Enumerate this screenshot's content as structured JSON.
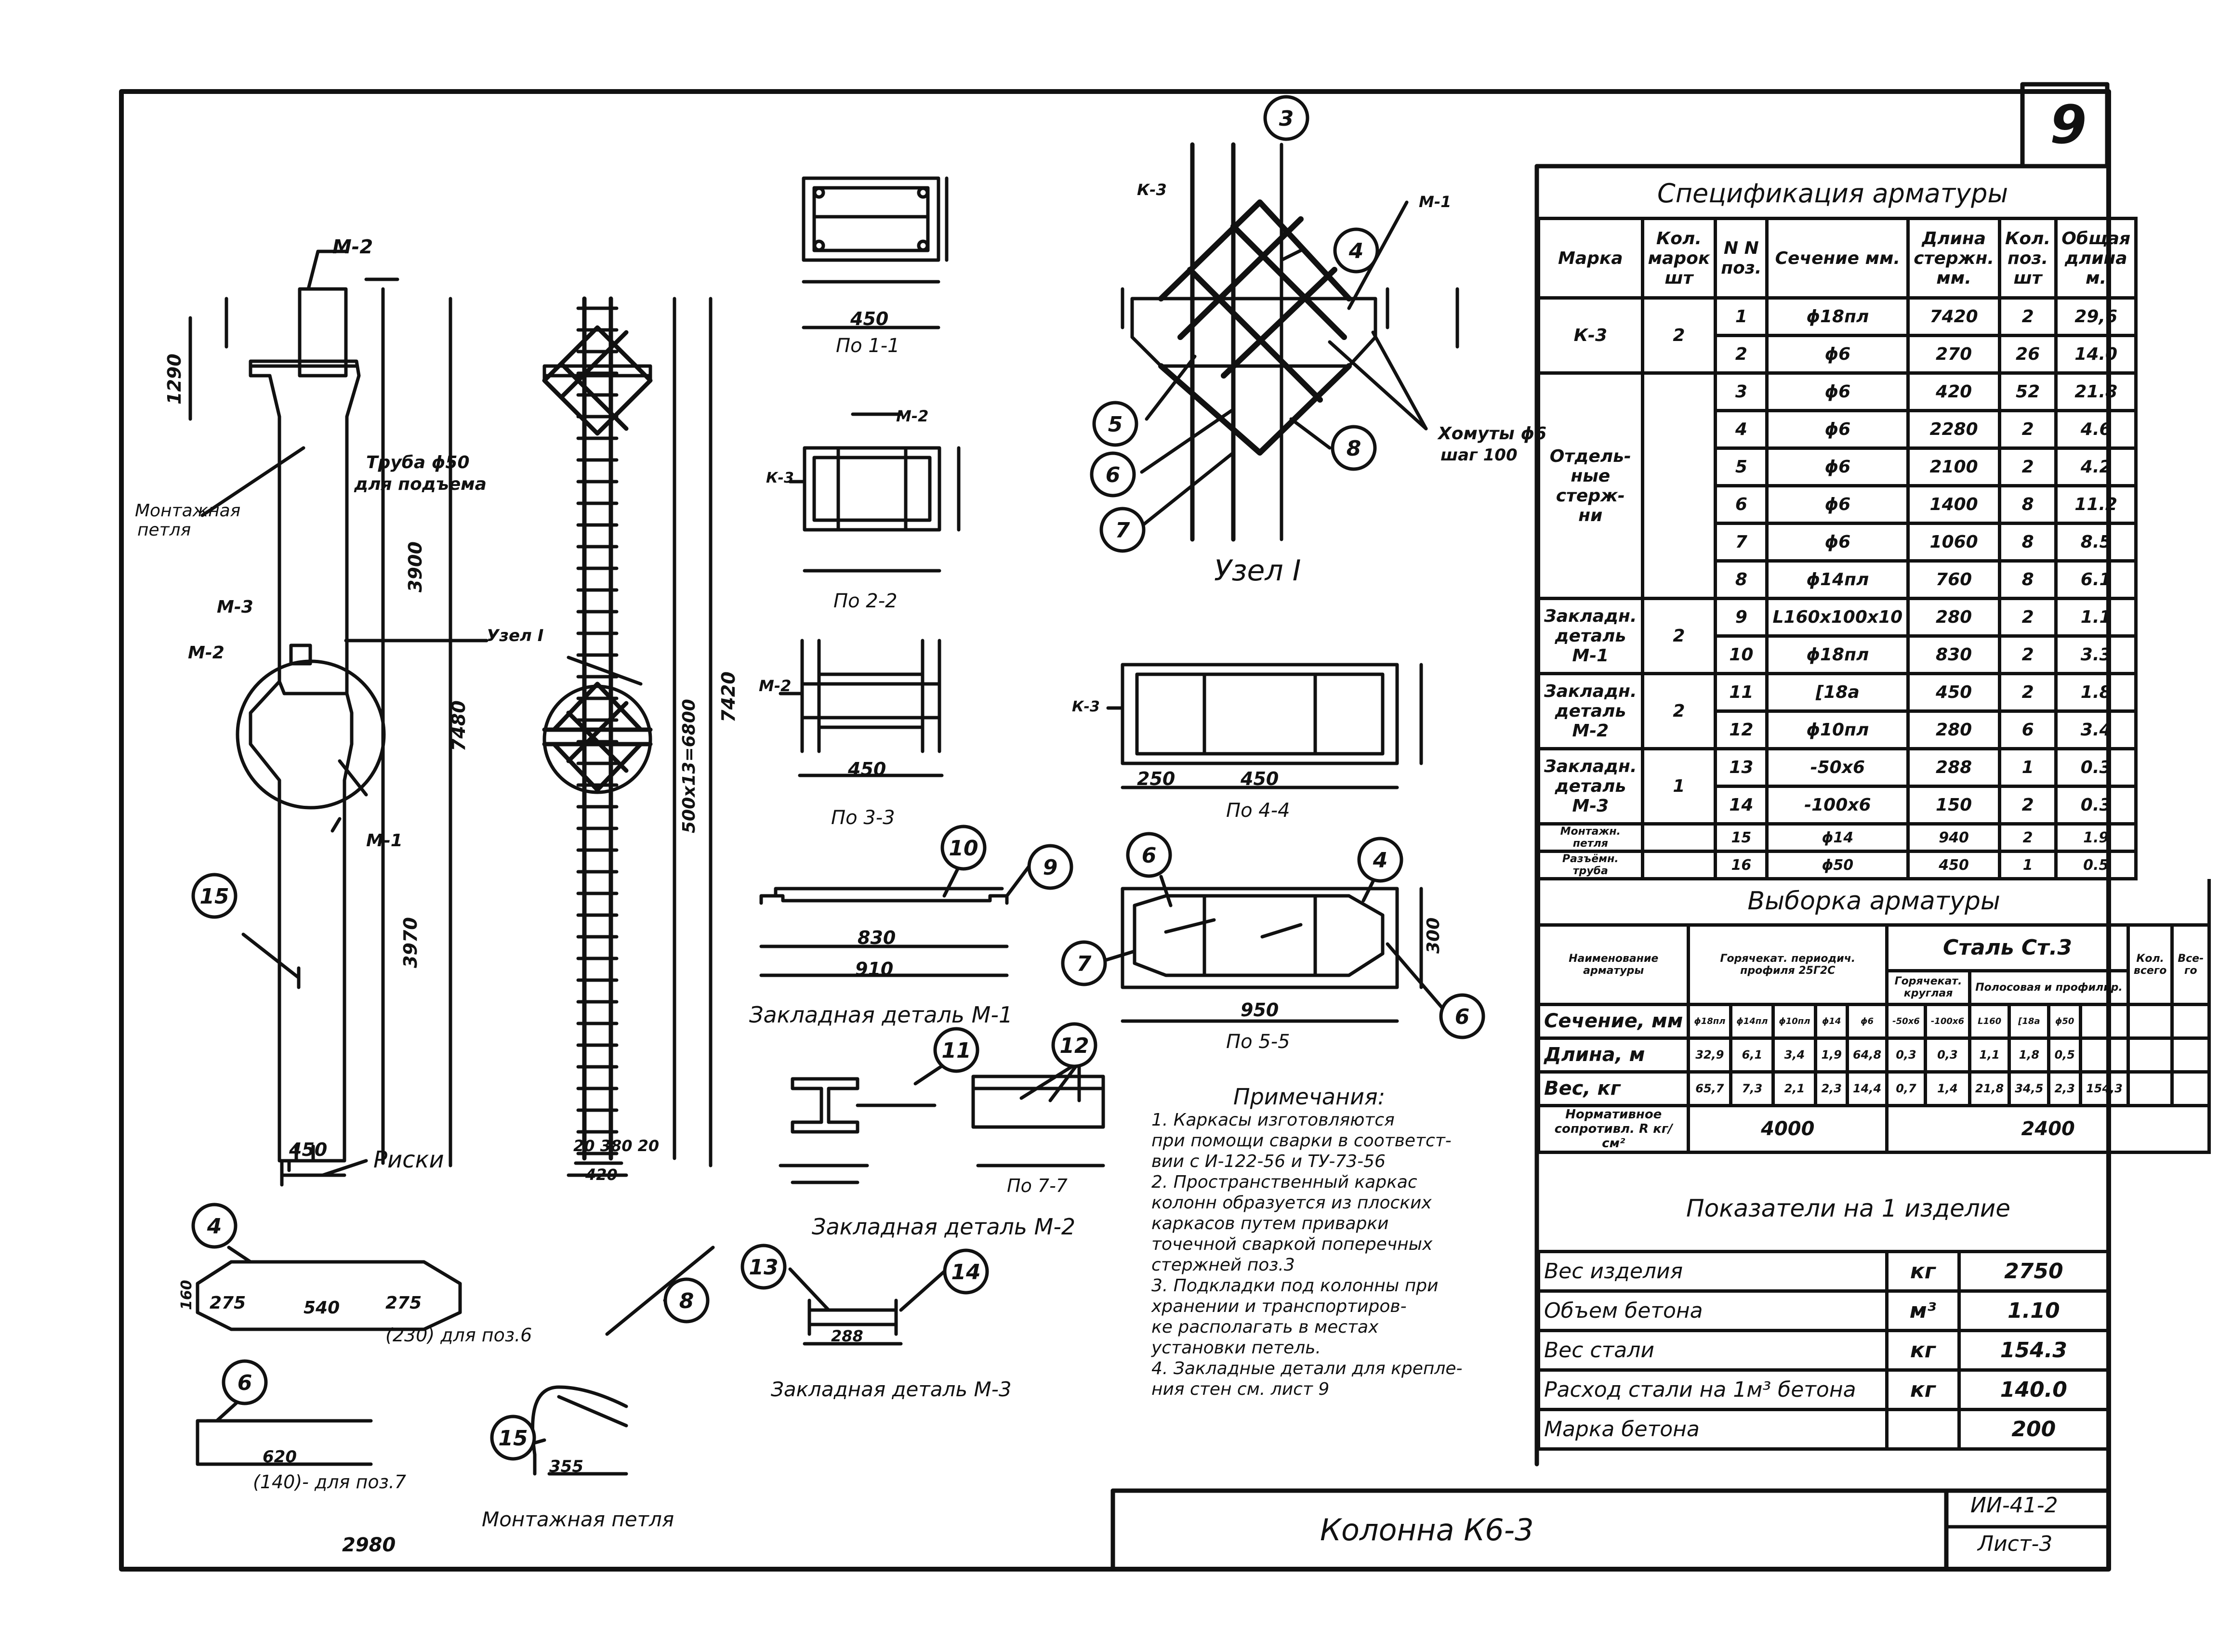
{
  "sheet": {
    "page_number": "9",
    "title": "Колонна К6-3",
    "doc_code": "ИИ-41-2",
    "sheet_label": "Лист-3",
    "stamp_number": "2980"
  },
  "spec_table": {
    "title": "Спецификация арматуры",
    "headers": [
      "Марка",
      "Кол. марок шт",
      "N N поз.",
      "Сечение мм.",
      "Длина стержн. мм.",
      "Кол. поз. шт",
      "Общая длина м."
    ],
    "groups": [
      {
        "mark": "К-3",
        "count": "2",
        "rows": [
          {
            "pos": "1",
            "section": "ϕ18пл",
            "length": "7420",
            "qty": "2",
            "total": "29,6"
          },
          {
            "pos": "2",
            "section": "ϕ6",
            "length": "270",
            "qty": "26",
            "total": "14.0"
          }
        ]
      },
      {
        "mark": "Отдель-ные стерж-ни",
        "count": "",
        "rows": [
          {
            "pos": "3",
            "section": "ϕ6",
            "length": "420",
            "qty": "52",
            "total": "21.8"
          },
          {
            "pos": "4",
            "section": "ϕ6",
            "length": "2280",
            "qty": "2",
            "total": "4.6"
          },
          {
            "pos": "5",
            "section": "ϕ6",
            "length": "2100",
            "qty": "2",
            "total": "4.2"
          },
          {
            "pos": "6",
            "section": "ϕ6",
            "length": "1400",
            "qty": "8",
            "total": "11.2"
          },
          {
            "pos": "7",
            "section": "ϕ6",
            "length": "1060",
            "qty": "8",
            "total": "8.5"
          },
          {
            "pos": "8",
            "section": "ϕ14пл",
            "length": "760",
            "qty": "8",
            "total": "6.1"
          }
        ]
      },
      {
        "mark": "Закладн. деталь М-1",
        "count": "2",
        "rows": [
          {
            "pos": "9",
            "section": "L160x100x10",
            "length": "280",
            "qty": "2",
            "total": "1.1"
          },
          {
            "pos": "10",
            "section": "ϕ18пл",
            "length": "830",
            "qty": "2",
            "total": "3.3"
          }
        ]
      },
      {
        "mark": "Закладн. деталь М-2",
        "count": "2",
        "rows": [
          {
            "pos": "11",
            "section": "[18a",
            "length": "450",
            "qty": "2",
            "total": "1.8"
          },
          {
            "pos": "12",
            "section": "ϕ10пл",
            "length": "280",
            "qty": "6",
            "total": "3.4"
          }
        ]
      },
      {
        "mark": "Закладн. деталь М-3",
        "count": "1",
        "rows": [
          {
            "pos": "13",
            "section": "-50x6",
            "length": "288",
            "qty": "1",
            "total": "0.3"
          },
          {
            "pos": "14",
            "section": "-100x6",
            "length": "150",
            "qty": "2",
            "total": "0.3"
          }
        ]
      },
      {
        "mark": "Монтажн. петля",
        "count": "",
        "rows": [
          {
            "pos": "15",
            "section": "ϕ14",
            "length": "940",
            "qty": "2",
            "total": "1.9"
          }
        ]
      },
      {
        "mark": "Разъёмн. труба",
        "count": "",
        "rows": [
          {
            "pos": "16",
            "section": "ϕ50",
            "length": "450",
            "qty": "1",
            "total": "0.5"
          }
        ]
      }
    ]
  },
  "selection_table": {
    "title": "Выборка арматуры",
    "head_name": "Наименование арматуры",
    "head_hot": "Горячекат. периодич. профиля 25Г2С",
    "head_steel": "Сталь Ст.3",
    "head_round": "Горячекат. круглая",
    "head_strip": "Полосовая и профилир.",
    "head_kol": "Кол. всего",
    "head_all": "Все-го",
    "row_labels": [
      "Сечение, мм",
      "Длина, м",
      "Вес, кг",
      "Нормативное сопротивл. R кг/см²"
    ],
    "section_cells": [
      "ϕ18пл",
      "ϕ14пл",
      "ϕ10пл",
      "ϕ14",
      "ϕ6",
      "-50x6",
      "-100x6",
      "L160",
      "[18a",
      "ϕ50",
      ""
    ],
    "length_cells": [
      "32,9",
      "6,1",
      "3,4",
      "1,9",
      "64,8",
      "0,3",
      "0,3",
      "1,1",
      "1,8",
      "0,5",
      ""
    ],
    "weight_cells": [
      "65,7",
      "7,3",
      "2,1",
      "2,3",
      "14,4",
      "0,7",
      "1,4",
      "21,8",
      "34,5",
      "2,3",
      "154,3"
    ],
    "norm_hot": "4000",
    "norm_st3": "2400"
  },
  "indicators": {
    "title": "Показатели на 1 изделие",
    "rows": [
      {
        "name": "Вес изделия",
        "unit": "кг",
        "value": "2750"
      },
      {
        "name": "Объем бетона",
        "unit": "м³",
        "value": "1.10"
      },
      {
        "name": "Вес стали",
        "unit": "кг",
        "value": "154.3"
      },
      {
        "name": "Расход стали на 1м³ бетона",
        "unit": "кг",
        "value": "140.0"
      },
      {
        "name": "Марка бетона",
        "unit": "",
        "value": "200"
      }
    ]
  },
  "notes": {
    "title": "Примечания:",
    "items": [
      "1. Каркасы изготовляются",
      "при помощи сварки в соответст-",
      "вии с И-122-56 и ТУ-73-56",
      "2. Пространственный каркас",
      "колонн образуется из плоских",
      "каркасов путем приварки",
      "точечной сваркой поперечных",
      "стержней поз.3",
      "3. Подкладки под колонны при",
      "хранении и транспортиров-",
      "ке располагать в местах",
      "установки петель.",
      "4. Закладные детали для крепле-",
      "ния стен см. лист 9"
    ]
  },
  "labels": {
    "m2_top": "М-2",
    "pipe": "Труба ϕ50",
    "pipe2": "для подъема",
    "loop": "Монтажная",
    "loop2": "петля",
    "m3": "М-3",
    "m2_mid": "М-2",
    "m1": "М-1",
    "risks": "Риски",
    "node": "Узел I",
    "node_ref": "Узел I",
    "embed_m1": "Закладная деталь М-1",
    "embed_m2": "Закладная деталь М-2",
    "embed_m3": "Закладная деталь М-3",
    "loop_title": "Монтажная петля",
    "sec11": "По 1-1",
    "sec22": "По 2-2",
    "sec33": "По 3-3",
    "sec44": "По 4-4",
    "sec55": "По 5-5",
    "sec77": "По 7-7",
    "k3a": "К-3",
    "k3b": "К-3",
    "k3c": "К-3",
    "m1n": "М-1",
    "m2s": "М-2",
    "m2s3": "М-2",
    "clamps": "Хомуты ϕ6",
    "clamps2": "шаг 100",
    "for_pos6": "(230) для поз.6",
    "for_pos7": "(140)- для поз.7",
    "dim_450": "450",
    "dim_7480": "7480",
    "dim_7420": "7420",
    "dim_3970": "3970",
    "dim_3900": "3900",
    "dim_1290": "1290",
    "dim_500x13": "500x13=6800",
    "dim_420": "420",
    "dim_380": "20 380 20",
    "dim_910": "910",
    "dim_830": "830",
    "dim_950": "950",
    "dim_300": "300",
    "dim_250": "250",
    "dim_620": "620",
    "dim_355": "355",
    "dim_288": "288",
    "dim_275a": "275",
    "dim_540": "540",
    "dim_275b": "275",
    "dim_160": "160"
  },
  "circles": [
    "15",
    "4",
    "6",
    "8",
    "15",
    "3",
    "4",
    "5",
    "6",
    "7",
    "8",
    "10",
    "9",
    "6",
    "4",
    "7",
    "6",
    "11",
    "12",
    "13",
    "14"
  ]
}
